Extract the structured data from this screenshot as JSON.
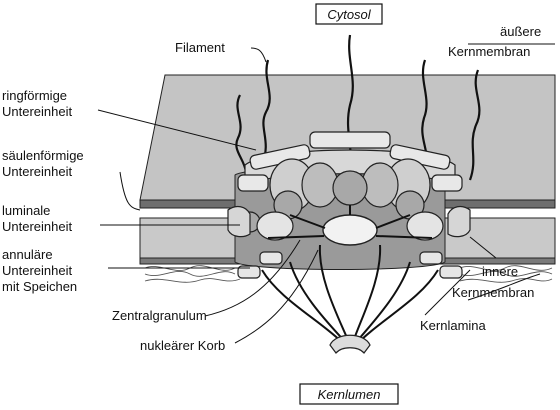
{
  "diagram": {
    "labels": {
      "cytosol": "Cytosol",
      "kernlumen": "Kernlumen",
      "filament": "Filament",
      "outer_membrane_1": "äußere",
      "outer_membrane_2": "Kernmembran",
      "ring_subunit_1": "ringförmige",
      "ring_subunit_2": "Untereinheit",
      "column_subunit_1": "säulenförmige",
      "column_subunit_2": "Untereinheit",
      "luminal_subunit_1": "luminale",
      "luminal_subunit_2": "Untereinheit",
      "annular_subunit_1": "annuläre",
      "annular_subunit_2": "Untereinheit",
      "annular_subunit_3": "mit Speichen",
      "central_granule": "Zentralgranulum",
      "nuclear_basket": "nukleärer Korb",
      "inner_membrane_1": "innere",
      "inner_membrane_2": "Kernmembran",
      "nuclear_lamina": "Kernlamina"
    }
  }
}
